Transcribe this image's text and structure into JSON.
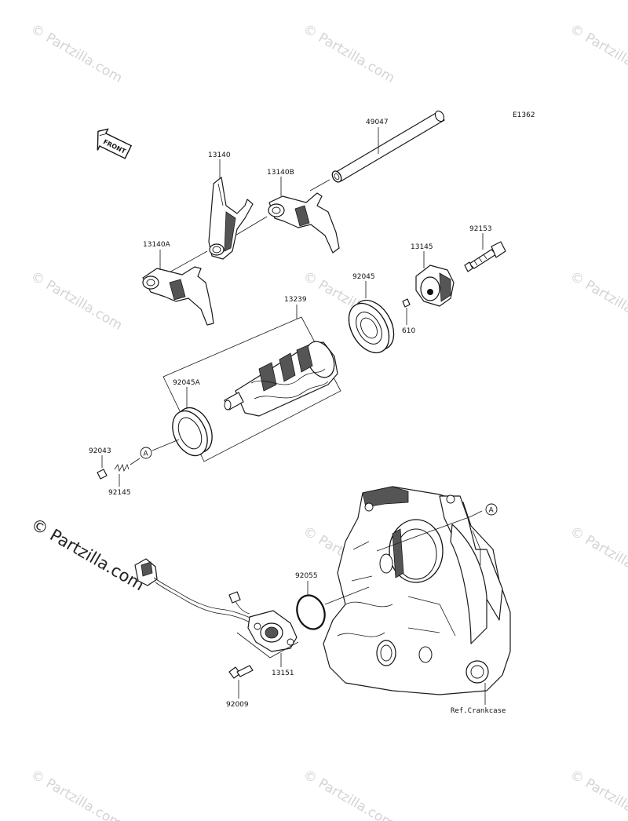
{
  "diagram": {
    "code": "E1362",
    "front_label": "FRONT",
    "ref_label": "A",
    "ref_crankcase": "Ref.Crankcase",
    "callouts": {
      "shaft": "49047",
      "fork": "13140",
      "fork_b": "13140B",
      "fork_a": "13140A",
      "bolt": "92153",
      "cam": "13145",
      "bearing": "92045",
      "pin": "610",
      "drum": "13239",
      "bearing_a": "92045A",
      "plug": "92043",
      "spring": "92145",
      "oring": "92055",
      "sensor": "13151",
      "screw": "92009"
    }
  },
  "watermark": {
    "text": "© Partzilla.com"
  }
}
